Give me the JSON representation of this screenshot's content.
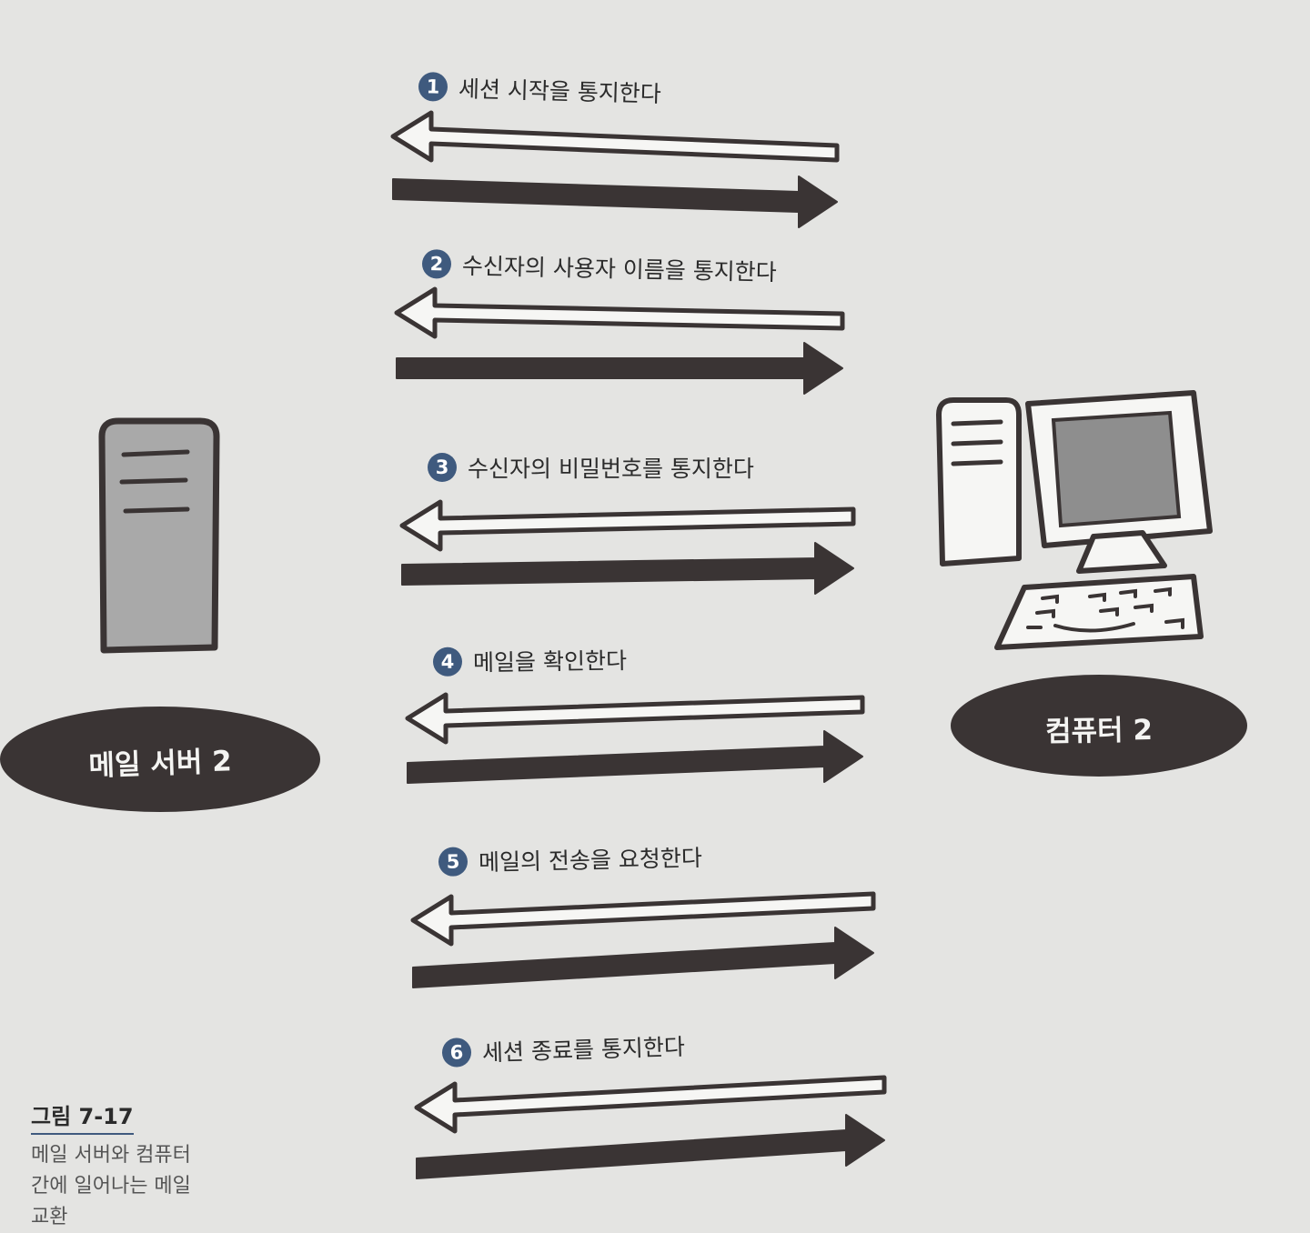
{
  "steps": [
    {
      "num": "1",
      "label": "세션 시작을 통지한다"
    },
    {
      "num": "2",
      "label": "수신자의 사용자 이름을 통지한다"
    },
    {
      "num": "3",
      "label": "수신자의 비밀번호를 통지한다"
    },
    {
      "num": "4",
      "label": "메일을 확인한다"
    },
    {
      "num": "5",
      "label": "메일의 전송을 요청한다"
    },
    {
      "num": "6",
      "label": "세션 종료를 통지한다"
    }
  ],
  "nodes": {
    "left_label": "메일 서버 2",
    "right_label": "컴퓨터 2"
  },
  "caption": {
    "title": "그림 7-17",
    "lines": [
      "메일 서버와 컴퓨터",
      "간에 일어나는 메일",
      "교환"
    ]
  },
  "colors": {
    "background": "#e4e4e2",
    "ink": "#3a3434",
    "server_fill": "#a9a9a9",
    "label_pill": "#3a3434",
    "step_badge": "#3f5a7e"
  }
}
